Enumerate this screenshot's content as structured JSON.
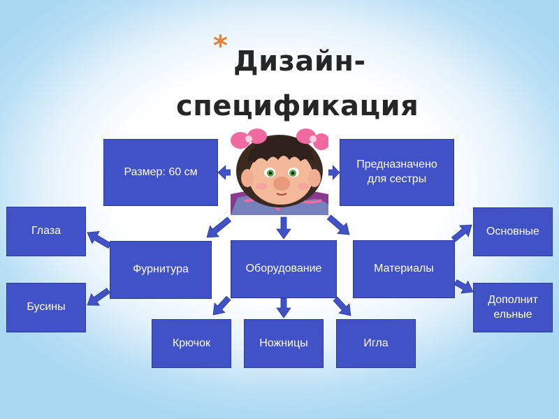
{
  "title": {
    "bullet": "*",
    "line1": "Дизайн-",
    "line2": "спецификация"
  },
  "nodes": {
    "size": "Размер: 60 см",
    "purpose": "Предназначено для сестры",
    "eyes": "Глаза",
    "beads": "Бусины",
    "fittings": "Фурнитура",
    "equipment": "Оборудование",
    "materials": "Материалы",
    "main": "Основные",
    "additional": "Дополнит ельные",
    "hook": "Крючок",
    "scissors": "Ножницы",
    "needle": "Игла"
  },
  "colors": {
    "box_fill": "#4052c6",
    "arrow_fill": "#4052c6",
    "title_text": "#262626",
    "bullet": "#e0823a"
  }
}
